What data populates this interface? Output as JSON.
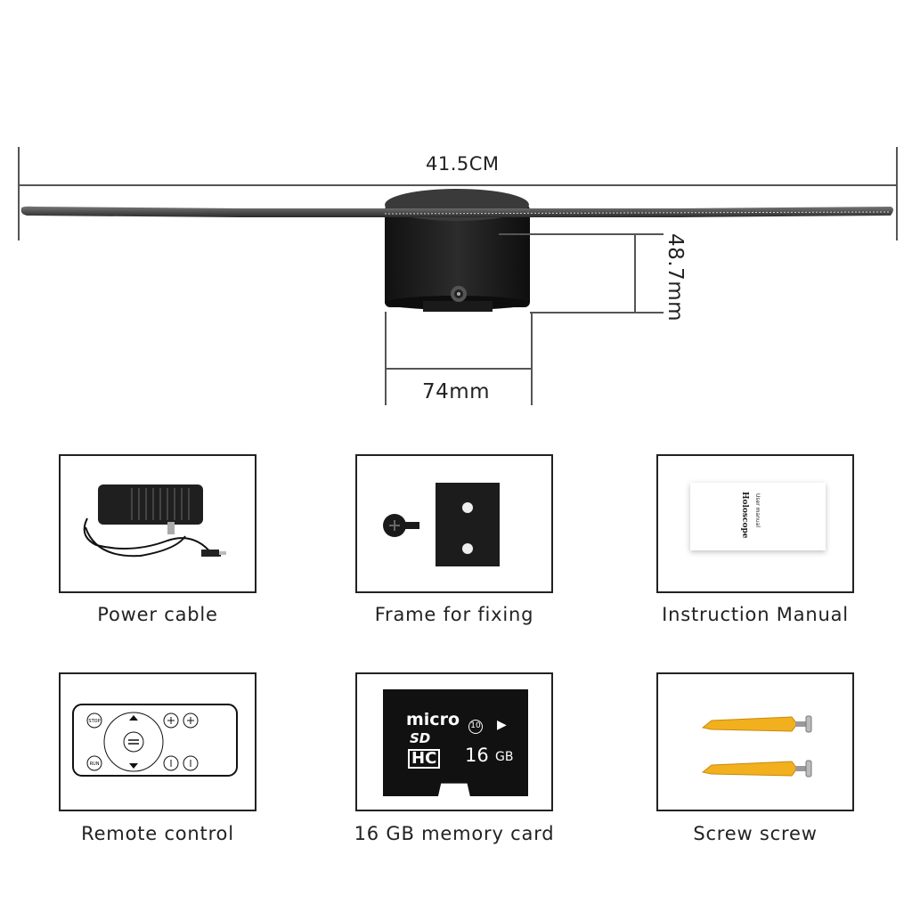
{
  "dimensions": {
    "width_label": "41.5CM",
    "height_label": "48.7mm",
    "base_label": "74mm"
  },
  "accessories": [
    {
      "label": "Power cable",
      "icon": "power-adapter-icon"
    },
    {
      "label": "Frame for fixing",
      "icon": "mount-frame-icon"
    },
    {
      "label": "Instruction Manual",
      "icon": "manual-icon",
      "manual_title": "Holoscope",
      "manual_subtitle": "User manual"
    },
    {
      "label": "Remote control",
      "icon": "remote-control-icon",
      "buttons": {
        "stop": "STOP",
        "run": "RUN"
      }
    },
    {
      "label": "16 GB memory card",
      "icon": "memory-card-icon",
      "card_brand": "micro",
      "card_sd": "SD",
      "card_hc": "HC",
      "card_class": "10",
      "card_capacity": "16",
      "card_unit": "GB"
    },
    {
      "label": "Screw screw",
      "icon": "wall-anchor-screw-icon"
    }
  ]
}
